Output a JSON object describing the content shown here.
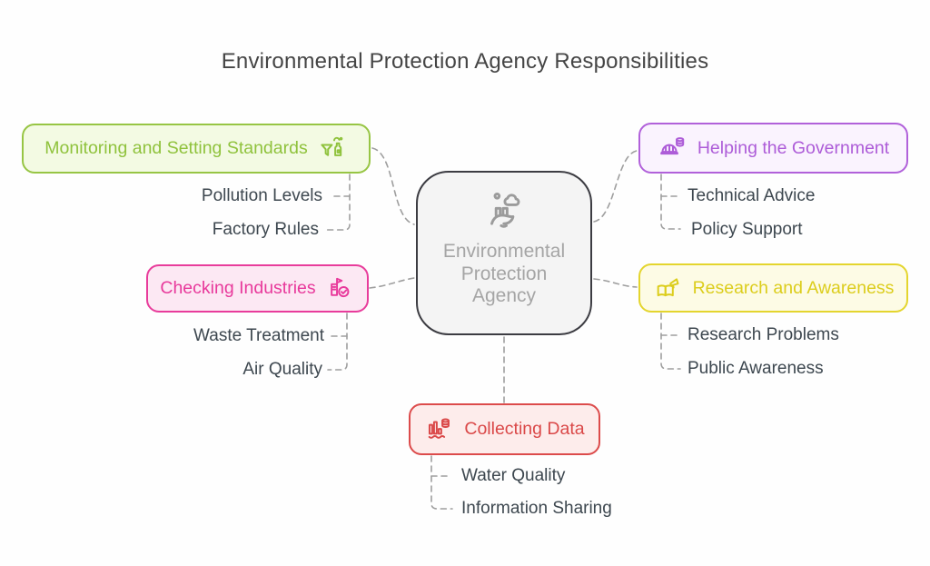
{
  "title": "Environmental Protection Agency Responsibilities",
  "colors": {
    "background": "#fefefe",
    "connector": "#9e9e9e",
    "center_border": "#3c3c42",
    "center_fill": "#f4f4f4",
    "center_text": "#a5a5a5",
    "sub_item_text": "#3d474f",
    "green": "#97c544",
    "green_fill": "#f3fae3",
    "pink": "#e83c9b",
    "pink_fill": "#fce8f3",
    "red": "#dc4b4b",
    "red_fill": "#fdeceb",
    "purple": "#b161da",
    "purple_fill": "#faf3fe",
    "yellow": "#e4d52e",
    "yellow_fill": "#fdfbe5"
  },
  "center": {
    "icon": "factory-smoke-icon",
    "lines": [
      "Environmental",
      "Protection",
      "Agency"
    ]
  },
  "branches": [
    {
      "label": "Monitoring and Setting Standards",
      "icon": "funnel-factory-icon",
      "children": [
        "Pollution Levels",
        "Factory Rules"
      ]
    },
    {
      "label": "Checking Industries",
      "icon": "factory-check-icon",
      "children": [
        "Waste Treatment",
        "Air Quality"
      ]
    },
    {
      "label": "Collecting Data",
      "icon": "bar-chart-database-icon",
      "children": [
        "Water Quality",
        "Information Sharing"
      ]
    },
    {
      "label": "Helping the Government",
      "icon": "helmet-database-icon",
      "children": [
        "Technical Advice",
        "Policy Support"
      ]
    },
    {
      "label": "Research and Awareness",
      "icon": "book-megaphone-icon",
      "children": [
        "Research Problems",
        "Public Awareness"
      ]
    }
  ]
}
